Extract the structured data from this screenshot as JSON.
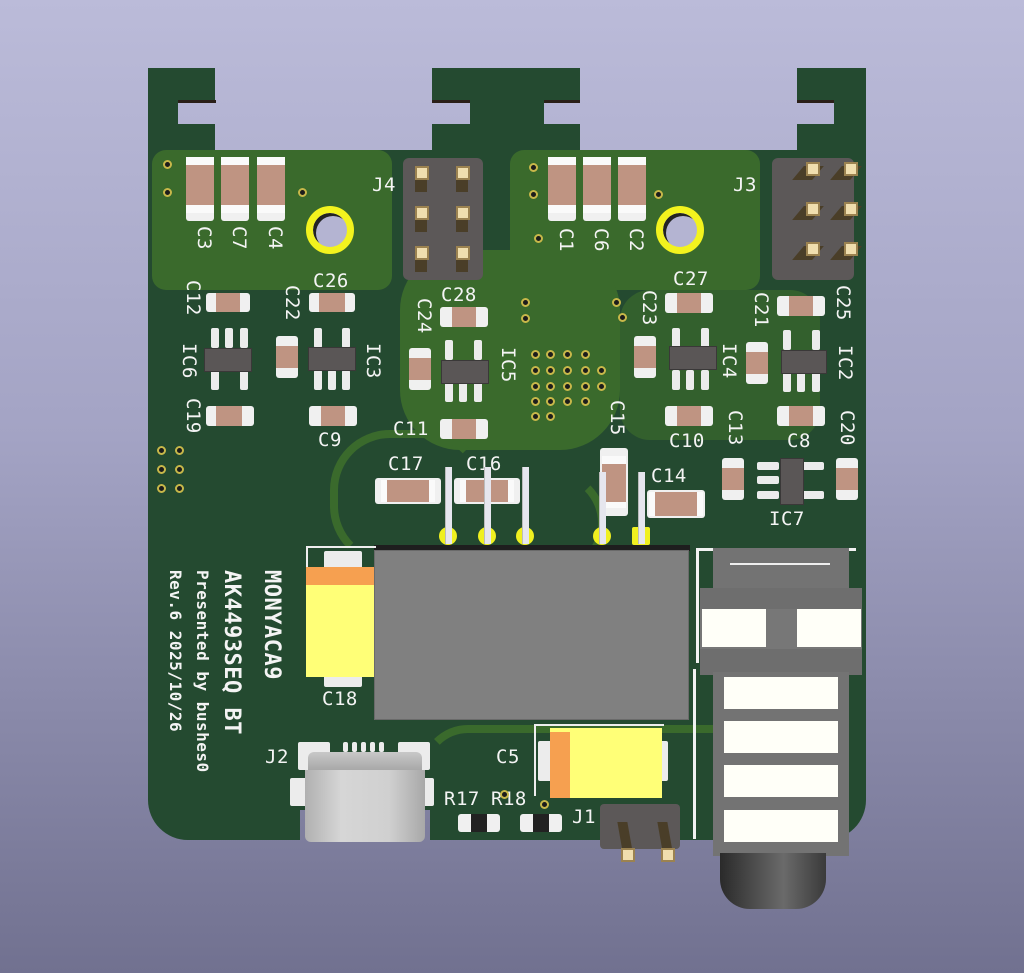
{
  "scene": {
    "type": "KiCad 3D viewer PCB render",
    "background_top": "#bbbbd9",
    "background_bottom": "#717190",
    "board_color": "#244a30",
    "copper_pour_color": "#3a6a2c",
    "silkscreen_color": "#f4f4f4"
  },
  "board_text": {
    "line1": "MONYACA9",
    "line2": "AK4493SEQ BT",
    "line3": "Presented by bushes0",
    "line4": "Rev.6 2025/10/26"
  },
  "connectors": {
    "j1": "J1",
    "j2": "J2",
    "j3": "J3",
    "j4": "J4"
  },
  "ics": {
    "ic2": "IC2",
    "ic3": "IC3",
    "ic4": "IC4",
    "ic5": "IC5",
    "ic6": "IC6",
    "ic7": "IC7"
  },
  "capacitors": {
    "c1": "C1",
    "c2": "C2",
    "c3": "C3",
    "c4": "C4",
    "c5": "C5",
    "c6": "C6",
    "c7": "C7",
    "c8": "C8",
    "c9": "C9",
    "c10": "C10",
    "c11": "C11",
    "c12": "C12",
    "c13": "C13",
    "c14": "C14",
    "c15": "C15",
    "c16": "C16",
    "c17": "C17",
    "c18": "C18",
    "c19": "C19",
    "c20": "C20",
    "c21": "C21",
    "c22": "C22",
    "c23": "C23",
    "c24": "C24",
    "c25": "C25",
    "c26": "C26",
    "c27": "C27",
    "c28": "C28"
  },
  "resistors": {
    "r17": "R17",
    "r18": "R18"
  }
}
